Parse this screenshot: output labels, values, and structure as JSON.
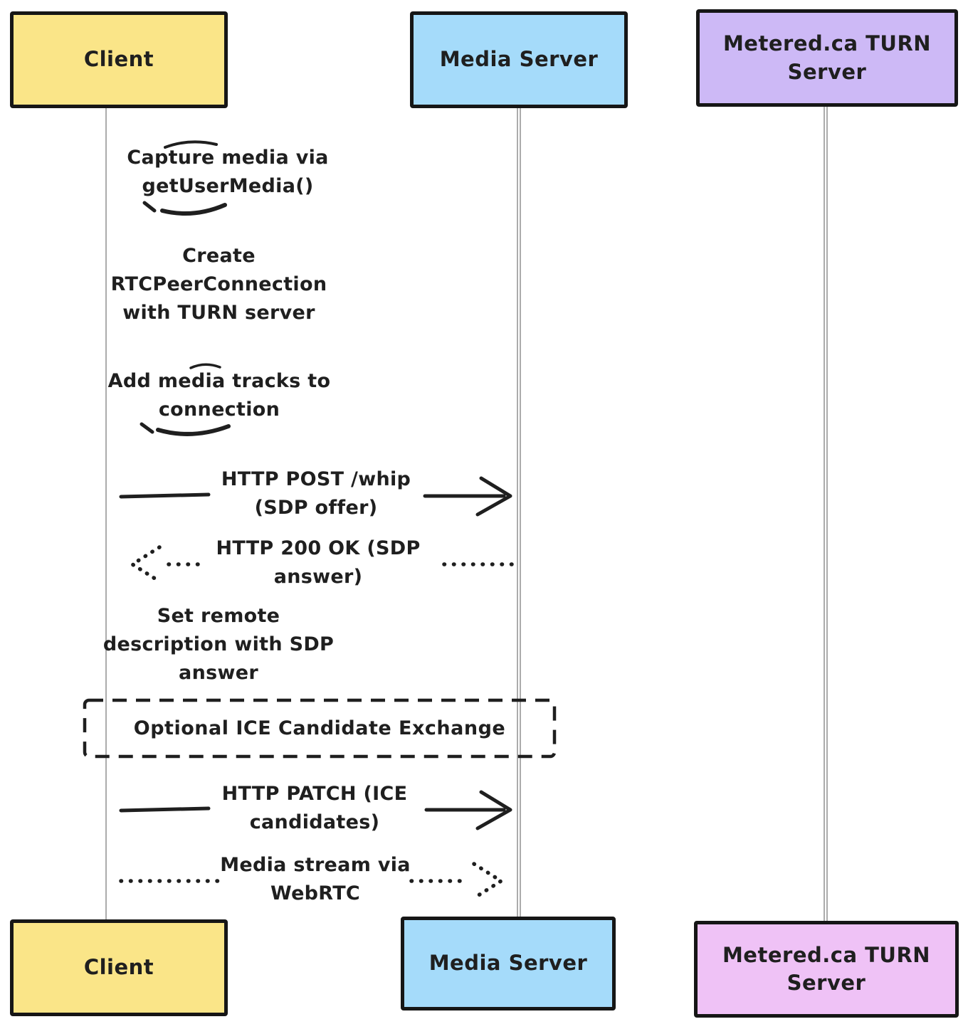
{
  "colors": {
    "background": "#ffffff",
    "ink": "#1f1f1f",
    "border": "#161616",
    "lifeline": "#9d9d9d",
    "client_fill": "#FAE588",
    "media_fill": "#A5DBFA",
    "turn_top_fill": "#CDB9F6",
    "turn_bottom_fill": "#EFC2F6"
  },
  "actors": {
    "client": {
      "label": "Client"
    },
    "media": {
      "label": "Media Server"
    },
    "turn": {
      "label": "Metered.ca TURN\nServer"
    }
  },
  "notes": [
    {
      "text": "Capture media via\ngetUserMedia()"
    },
    {
      "text": "Create\nRTCPeerConnection\nwith TURN server"
    },
    {
      "text": "Add media tracks to\nconnection"
    },
    {
      "text": "Set remote\ndescription with SDP\nanswer"
    }
  ],
  "messages": [
    {
      "text": "HTTP POST /whip\n(SDP offer)",
      "from": "Client",
      "to": "Media Server",
      "style": "solid"
    },
    {
      "text": "HTTP 200 OK (SDP\nanswer)",
      "from": "Media Server",
      "to": "Client",
      "style": "dotted"
    },
    {
      "text": "HTTP PATCH (ICE\ncandidates)",
      "from": "Client",
      "to": "Media Server",
      "style": "solid"
    },
    {
      "text": "Media stream via\nWebRTC",
      "from": "Client",
      "to": "Media Server",
      "style": "dotted"
    }
  ],
  "fragment": {
    "label": "Optional ICE Candidate Exchange"
  }
}
